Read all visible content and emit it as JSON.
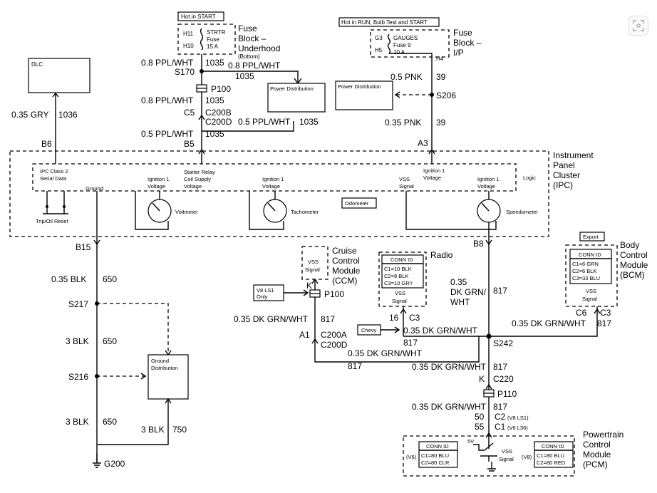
{
  "fuse_underhood": {
    "hot": "Hot in START",
    "pin_top": "H11",
    "pin_bot": "H10",
    "fuse_name": "STRTR",
    "fuse_word": "Fuse",
    "rating": "15 A",
    "title1": "Fuse",
    "title2": "Block –",
    "title3": "Underhood",
    "title4": "(Bottom)"
  },
  "fuse_ip": {
    "hot": "Hot in RUN, Bulb Test and START",
    "pin_top": "G3",
    "pin_bot": "H5",
    "fuse_name": "GAUGES",
    "fuse_word": "Fuse 9",
    "rating": "10 A",
    "pin_out": "H4",
    "title1": "Fuse",
    "title2": "Block –",
    "title3": "I/P"
  },
  "dlc": {
    "label": "DLC",
    "wire": "0.35 GRY",
    "circuit": "1036",
    "pin": "B6"
  },
  "left_power": {
    "wire_a": "0.8 PPL/WHT",
    "circuit_a": "1035",
    "splice": "S170",
    "branch_wire": "0.8 PPL/WHT",
    "branch_circuit": "1035",
    "power_dist": "Power Distribution",
    "connector": "P100",
    "wire_b": "0.8 PPL/WHT",
    "circuit_b": "1035",
    "pin_c5": "C5",
    "conn_b": "C200B",
    "conn_d": "C200D",
    "jumper_wire": "0.5 PPL/WHT",
    "jumper_circuit": "1035",
    "wire_c": "0.5 PPL/WHT",
    "circuit_c": "1035",
    "pin": "B5"
  },
  "right_power": {
    "wire_a": "0.5 PNK",
    "circuit_a": "39",
    "splice": "S206",
    "power_dist": "Power Distribution",
    "wire_b": "0.35 PNK",
    "circuit_b": "39",
    "pin": "A3"
  },
  "ipc": {
    "title1": "Instrument",
    "title2": "Panel",
    "title3": "Cluster",
    "title4": "(IPC)",
    "serial_a": "IPC Class 2",
    "serial_b": "Serial Data",
    "ground": "Ground",
    "ign1_a": "Ignition 1",
    "ign1_b": "Voltage",
    "starter_a": "Starter Relay",
    "starter_b": "Coil Supply",
    "starter_c": "Voltage",
    "ign2_a": "Ignition 1",
    "ign2_b": "Voltage",
    "vss_a": "VSS",
    "vss_b": "Signal",
    "ign3_a": "Ignition 1",
    "ign3_b": "Voltage",
    "ign4_a": "Ignition 1",
    "ign4_b": "Voltage",
    "logic": "Logic",
    "voltmeter": "Voltmeter",
    "tachometer": "Tachometer",
    "odometer": "Odometer",
    "speedometer": "Speedometer",
    "trip_reset": "Trip/Oil Reset",
    "pin_b15": "B15",
    "pin_b8": "B8"
  },
  "ground_side": {
    "wire_a": "0.35 BLK",
    "circuit_a": "650",
    "splice_a": "S217",
    "wire_b": "3 BLK",
    "circuit_b": "650",
    "splice_b": "S216",
    "wire_c": "3 BLK",
    "circuit_c": "650",
    "gnd_dist_a": "Ground",
    "gnd_dist_b": "Distribution",
    "wire_d": "3 BLK",
    "circuit_d": "750",
    "ground_point": "G200"
  },
  "ccm": {
    "vss_a": "VSS",
    "vss_b": "Signal",
    "title1": "Cruise",
    "title2": "Control",
    "title3": "Module",
    "title4": "(CCM)",
    "pin": "K",
    "v8_a": "V8 LS1",
    "v8_b": "Only",
    "connector": "P100",
    "wire": "0.35 DK GRN/WHT",
    "circuit": "817",
    "pin_a1": "A1",
    "conn_a": "C200A",
    "conn_d": "C200D",
    "return_wire": "0.35 DK GRN/WHT",
    "return_circuit": "817"
  },
  "radio": {
    "title": "Radio",
    "conn_id": "CONN ID",
    "c1": "C1=10 BLK",
    "c2": "C2=8 BLK",
    "c3": "C3=10 GRY",
    "vss_a": "VSS",
    "vss_b": "Signal",
    "pin": "16",
    "conn": "C3",
    "chevy": "Chevy",
    "wire": "0.35 DK GRN/WHT",
    "circuit": "817"
  },
  "main_vss": {
    "wire_a": "0.35",
    "wire_b": "DK GRN/",
    "wire_c": "WHT",
    "circuit": "817",
    "splice": "S242",
    "wire_2": "0.35 DK GRN/WHT",
    "circuit_2": "817",
    "pin_k": "K",
    "conn_c220": "C220",
    "connector": "P110",
    "wire_3": "0.35 DK GRN/WHT",
    "circuit_3": "817",
    "pin_50": "50",
    "c2_label": "C2",
    "c2_note": "(V8 LS1)",
    "pin_55": "55",
    "c1_label": "C1",
    "c1_note": "(V6 L36)"
  },
  "bcm": {
    "export": "Export",
    "title1": "Body",
    "title2": "Control",
    "title3": "Module",
    "title4": "(BCM)",
    "conn_id": "CONN ID",
    "c1": "C1=6 GRN",
    "c2": "C2=6 BLK",
    "c3": "C3=33 BLU",
    "vss_a": "VSS",
    "vss_b": "Signal",
    "pin_c6": "C6",
    "pin_c3": "C3",
    "wire": "0.35 DK GRN/WHT",
    "circuit": "817"
  },
  "pcm": {
    "title1": "Powertrain",
    "title2": "Control",
    "title3": "Module",
    "title4": "(PCM)",
    "v6": "(V6)",
    "v8": "(V8)",
    "left_conn_id": "CONN ID",
    "left_c1": "C1=80 BLU",
    "left_c2": "C2=80 CLR",
    "right_conn_id": "CONN ID",
    "right_c1": "C1=80 BLU",
    "right_c2": "C2=80 RED",
    "five_v": "5V",
    "vss_a": "VSS",
    "vss_b": "Signal"
  },
  "corner_icon": "viewfinder-icon"
}
